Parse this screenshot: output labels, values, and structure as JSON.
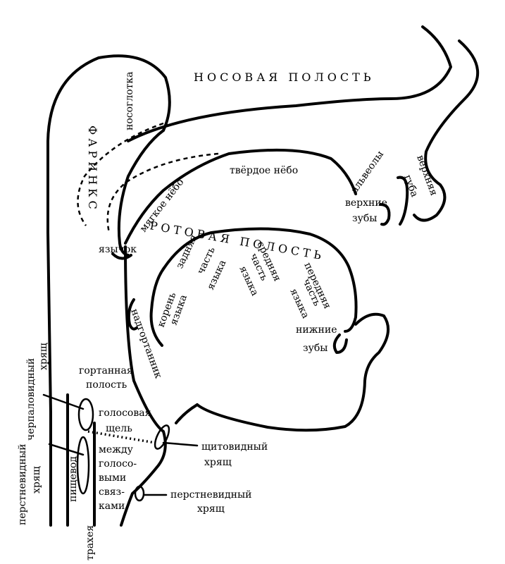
{
  "labels": {
    "nasal_cavity": "НОСОВАЯ ПОЛОСТЬ",
    "oral_cavity": "РОТОВАЯ ПОЛОСТЬ",
    "pharynx": "ФАРИНКС",
    "nasopharynx": "носоглотка",
    "hard_palate": "твёрдое нёбо",
    "soft_palate": "мягкое нёбо",
    "alveoli": "альвеолы",
    "upper_lip": [
      "верхняя",
      "губа"
    ],
    "upper_teeth": [
      "верхние",
      "зубы"
    ],
    "uvula": "язычок",
    "tongue_back": [
      "задняя",
      "часть",
      "языка"
    ],
    "tongue_middle": [
      "средняя",
      "часть",
      "языка"
    ],
    "tongue_front": [
      "передняя",
      "часть",
      "языка"
    ],
    "tongue_root": [
      "корень",
      "языка"
    ],
    "lower_teeth": [
      "нижние",
      "зубы"
    ],
    "epiglottis": "надгортанник",
    "laryngeal_cavity": [
      "гортанная",
      "полость"
    ],
    "arytenoid": [
      "черпаловидный",
      "хрящ"
    ],
    "glottis": [
      "голосовая",
      "щель"
    ],
    "thyroid": [
      "щитовидный",
      "хрящ"
    ],
    "cricoid_left": [
      "перстневидный",
      "хрящ"
    ],
    "cricoid_right": [
      "перстневидный",
      "хрящ"
    ],
    "between_folds": [
      "между",
      "голосо-",
      "выми",
      "связ-",
      "ками"
    ],
    "esophagus": "пищевод",
    "trachea": "трахея"
  }
}
